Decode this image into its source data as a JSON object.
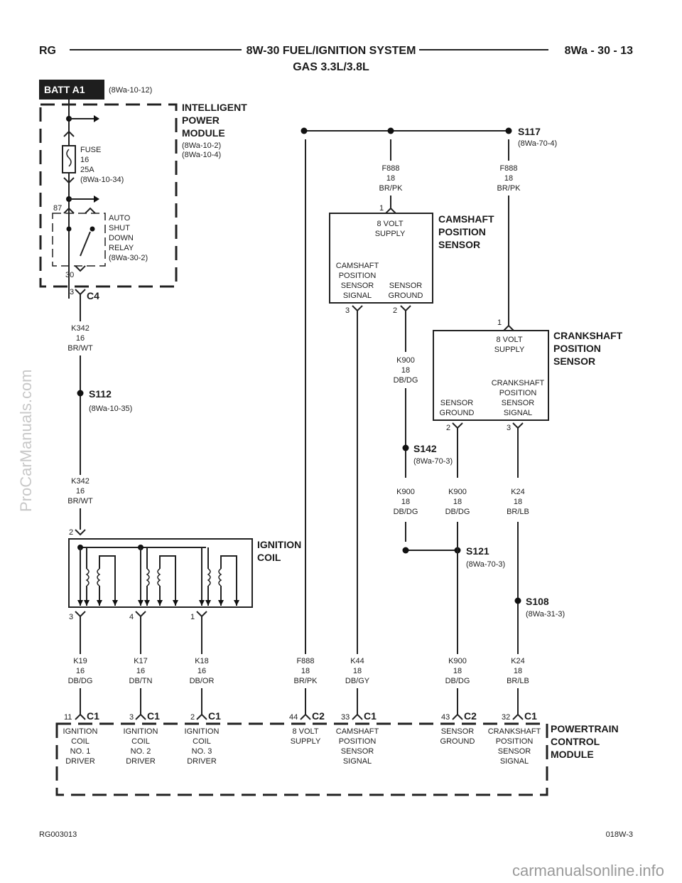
{
  "header": {
    "left": "RG",
    "title": "8W-30 FUEL/IGNITION SYSTEM",
    "subtitle": "GAS 3.3L/3.8L",
    "right": "8Wa - 30 - 13"
  },
  "batt": {
    "label": "BATT A1",
    "ref": "(8Wa-10-12)"
  },
  "ipm": {
    "line1": "INTELLIGENT",
    "line2": "POWER",
    "line3": "MODULE",
    "ref1": "(8Wa-10-2)",
    "ref2": "(8Wa-10-4)"
  },
  "fuse": {
    "line1": "FUSE",
    "line2": "16",
    "line3": "25A",
    "line4": "(8Wa-10-34)"
  },
  "relay": {
    "pin87": "87",
    "pin30": "30",
    "line1": "AUTO",
    "line2": "SHUT",
    "line3": "DOWN",
    "line4": "RELAY",
    "line5": "(8Wa-30-2)"
  },
  "c4": {
    "pin": "3",
    "name": "C4"
  },
  "wire_k342_top": {
    "circuit": "K342",
    "gauge": "16",
    "color": "BR/WT"
  },
  "s112": {
    "name": "S112",
    "ref": "(8Wa-10-35)"
  },
  "wire_k342_bottom": {
    "circuit": "K342",
    "gauge": "16",
    "color": "BR/WT"
  },
  "ign_coil": {
    "line1": "IGNITION",
    "line2": "COIL",
    "pin_top": "2",
    "pin_a": "3",
    "pin_b": "4",
    "pin_c": "1"
  },
  "s117": {
    "name": "S117",
    "ref": "(8Wa-70-4)"
  },
  "wire_f888_cmp": {
    "circuit": "F888",
    "gauge": "18",
    "color": "BR/PK"
  },
  "wire_f888_ckp": {
    "circuit": "F888",
    "gauge": "18",
    "color": "BR/PK"
  },
  "cmp": {
    "title1": "CAMSHAFT",
    "title2": "POSITION",
    "title3": "SENSOR",
    "pin_supply": "1",
    "supply1": "8 VOLT",
    "supply2": "SUPPLY",
    "sig1": "CAMSHAFT",
    "sig2": "POSITION",
    "sig3": "SENSOR",
    "sig4": "SIGNAL",
    "gnd1": "SENSOR",
    "gnd2": "GROUND",
    "pin_sig": "3",
    "pin_gnd": "2"
  },
  "wire_k900_a": {
    "circuit": "K900",
    "gauge": "18",
    "color": "DB/DG"
  },
  "ckp": {
    "title1": "CRANKSHAFT",
    "title2": "POSITION",
    "title3": "SENSOR",
    "pin_supply": "1",
    "supply1": "8 VOLT",
    "supply2": "SUPPLY",
    "gnd1": "SENSOR",
    "gnd2": "GROUND",
    "sig1": "CRANKSHAFT",
    "sig2": "POSITION",
    "sig3": "SENSOR",
    "sig4": "SIGNAL",
    "pin_gnd": "2",
    "pin_sig": "3"
  },
  "s142": {
    "name": "S142",
    "ref": "(8Wa-70-3)"
  },
  "wire_k900_b": {
    "circuit": "K900",
    "gauge": "18",
    "color": "DB/DG"
  },
  "wire_k900_c": {
    "circuit": "K900",
    "gauge": "18",
    "color": "DB/DG"
  },
  "wire_k24_top": {
    "circuit": "K24",
    "gauge": "18",
    "color": "BR/LB"
  },
  "s121": {
    "name": "S121",
    "ref": "(8Wa-70-3)"
  },
  "s108": {
    "name": "S108",
    "ref": "(8Wa-31-3)"
  },
  "bottom_wires": [
    {
      "circuit": "K19",
      "gauge": "16",
      "color": "DB/DG"
    },
    {
      "circuit": "K17",
      "gauge": "16",
      "color": "DB/TN"
    },
    {
      "circuit": "K18",
      "gauge": "16",
      "color": "DB/OR"
    },
    {
      "circuit": "F888",
      "gauge": "18",
      "color": "BR/PK"
    },
    {
      "circuit": "K44",
      "gauge": "18",
      "color": "DB/GY"
    },
    {
      "circuit": "K900",
      "gauge": "18",
      "color": "DB/DG"
    },
    {
      "circuit": "K24",
      "gauge": "18",
      "color": "BR/LB"
    }
  ],
  "pcm_connectors": [
    {
      "pin": "11",
      "name": "C1"
    },
    {
      "pin": "3",
      "name": "C1"
    },
    {
      "pin": "2",
      "name": "C1"
    },
    {
      "pin": "44",
      "name": "C2"
    },
    {
      "pin": "33",
      "name": "C1"
    },
    {
      "pin": "43",
      "name": "C2"
    },
    {
      "pin": "32",
      "name": "C1"
    }
  ],
  "pcm_labels": [
    {
      "l1": "IGNITION",
      "l2": "COIL",
      "l3": "NO. 1",
      "l4": "DRIVER"
    },
    {
      "l1": "IGNITION",
      "l2": "COIL",
      "l3": "NO. 2",
      "l4": "DRIVER"
    },
    {
      "l1": "IGNITION",
      "l2": "COIL",
      "l3": "NO. 3",
      "l4": "DRIVER"
    },
    {
      "l1": "8 VOLT",
      "l2": "SUPPLY",
      "l3": "",
      "l4": ""
    },
    {
      "l1": "CAMSHAFT",
      "l2": "POSITION",
      "l3": "SENSOR",
      "l4": "SIGNAL"
    },
    {
      "l1": "SENSOR",
      "l2": "GROUND",
      "l3": "",
      "l4": ""
    },
    {
      "l1": "CRANKSHAFT",
      "l2": "POSITION",
      "l3": "SENSOR",
      "l4": "SIGNAL"
    }
  ],
  "pcm": {
    "line1": "POWERTRAIN",
    "line2": "CONTROL",
    "line3": "MODULE"
  },
  "footer": {
    "left": "RG003013",
    "right": "018W-3"
  },
  "watermarks": {
    "side": "ProCarManuals.com",
    "bottom": "carmanualsonline.info"
  }
}
